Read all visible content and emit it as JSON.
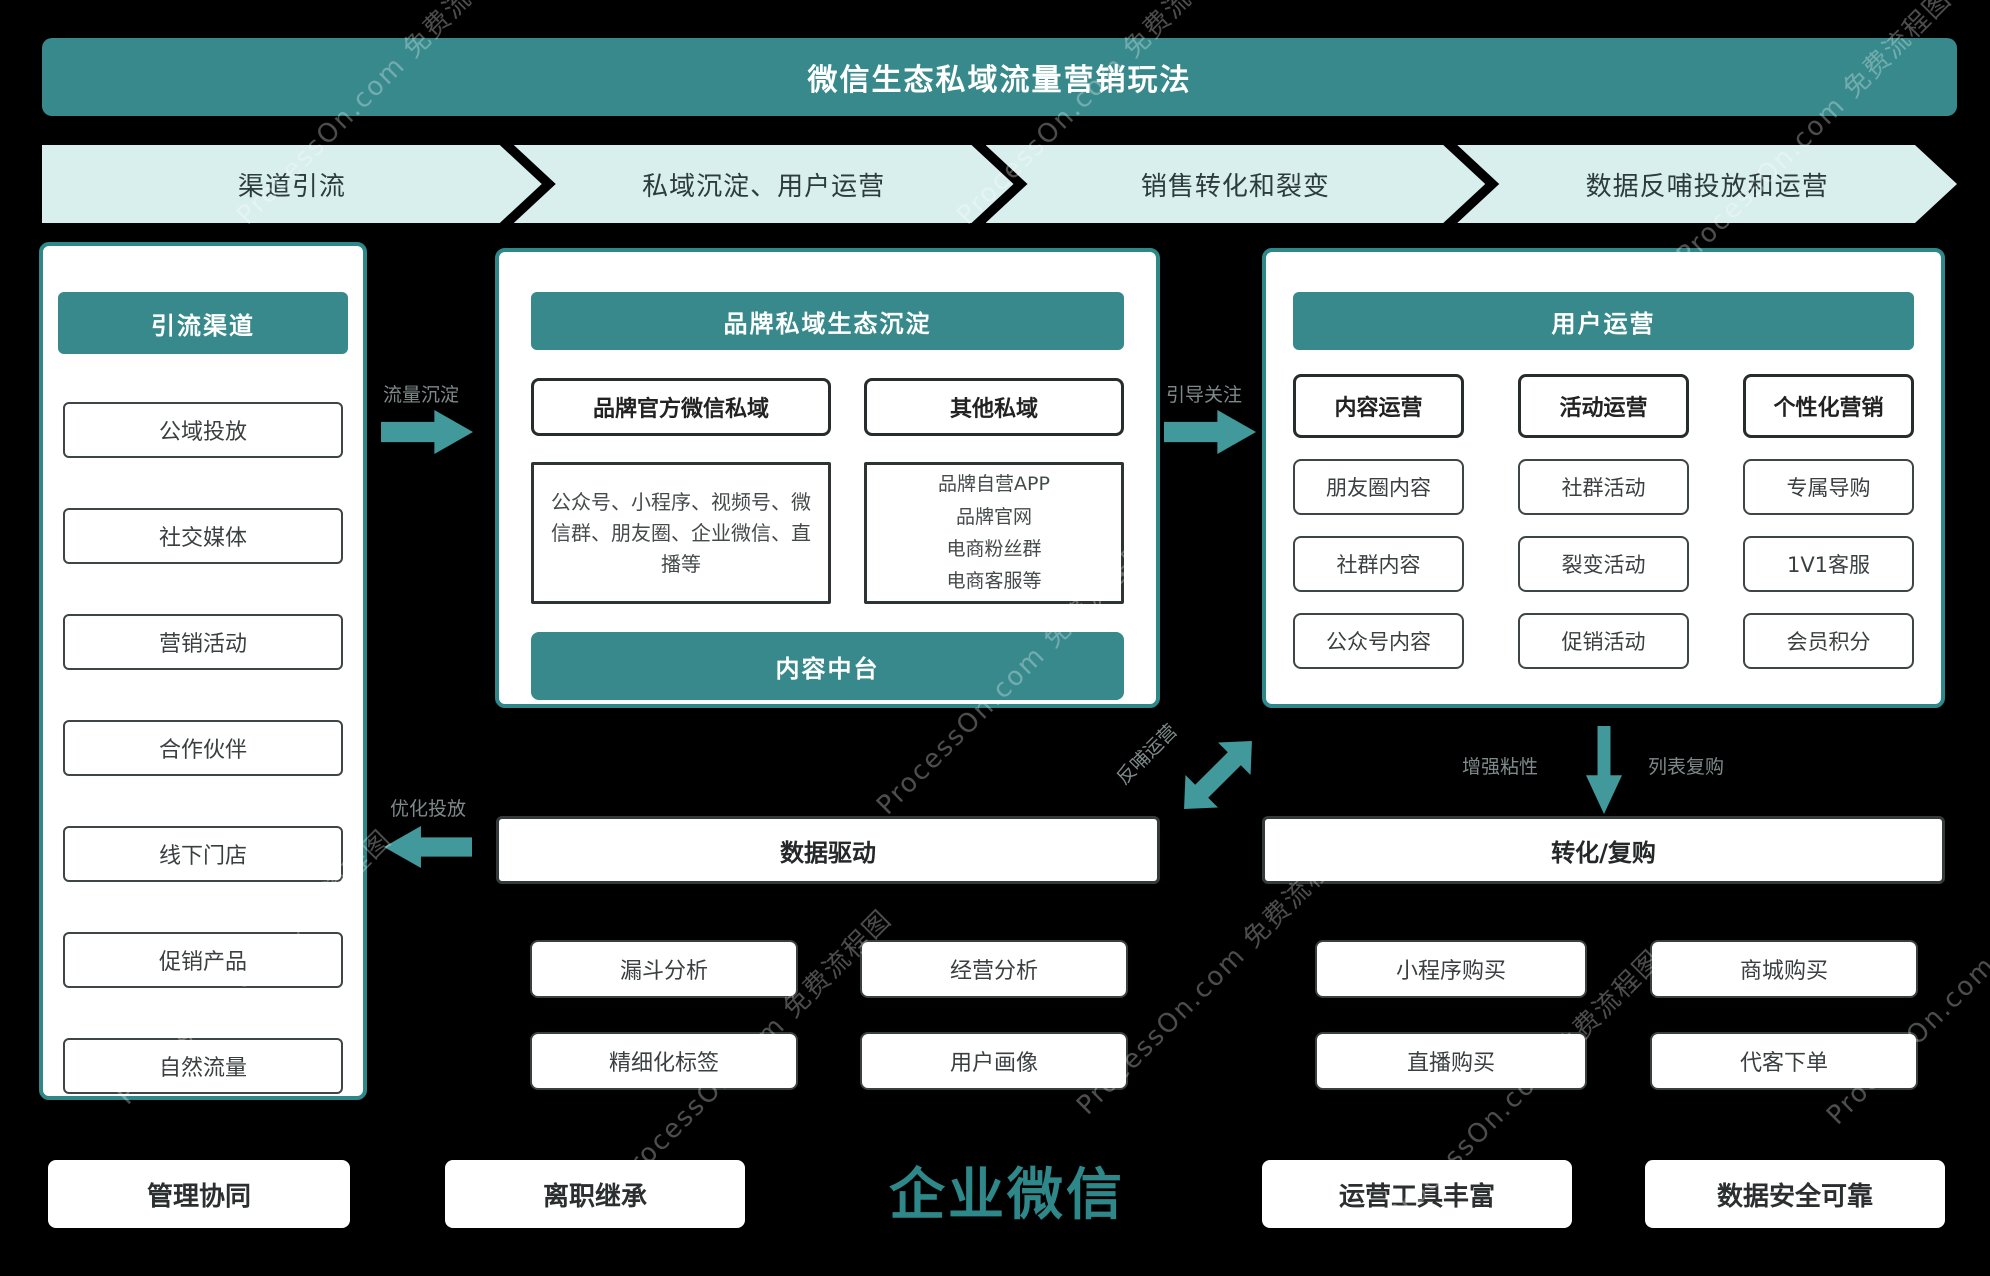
{
  "title": "微信生态私域流量营销玩法",
  "stages": [
    "渠道引流",
    "私域沉淀、用户运营",
    "销售转化和裂变",
    "数据反哺投放和运营"
  ],
  "left_panel": {
    "header": "引流渠道",
    "items": [
      "公域投放",
      "社交媒体",
      "营销活动",
      "合作伙伴",
      "线下门店",
      "促销产品",
      "自然流量"
    ]
  },
  "middle_panel": {
    "header": "品牌私域生态沉淀",
    "col1_title": "品牌官方微信私域",
    "col1_content": "公众号、小程序、视频号、微信群、朋友圈、企业微信、直播等",
    "col2_title": "其他私域",
    "col2_lines": [
      "品牌自营APP",
      "品牌官网",
      "电商粉丝群",
      "电商客服等"
    ],
    "footer": "内容中台"
  },
  "right_panel": {
    "header": "用户运营",
    "columns": [
      {
        "title": "内容运营",
        "items": [
          "朋友圈内容",
          "社群内容",
          "公众号内容"
        ]
      },
      {
        "title": "活动运营",
        "items": [
          "社群活动",
          "裂变活动",
          "促销活动"
        ]
      },
      {
        "title": "个性化营销",
        "items": [
          "专属导购",
          "1V1客服",
          "会员积分"
        ]
      }
    ]
  },
  "arrows": {
    "flow_settle": "流量沉淀",
    "guide_follow": "引导关注",
    "feedback_ops": "反哺运营",
    "enhance_sticky": "增强粘性",
    "list_repurchase": "列表复购",
    "optimize_ads": "优化投放"
  },
  "data_driven": {
    "title": "数据驱动",
    "items": [
      "漏斗分析",
      "经营分析",
      "精细化标签",
      "用户画像"
    ]
  },
  "conversion": {
    "title": "转化/复购",
    "items": [
      "小程序购买",
      "商城购买",
      "直播购买",
      "代客下单"
    ]
  },
  "bottom_row": {
    "box1": "管理协同",
    "box2": "离职继承",
    "brand": "企业微信",
    "box3": "运营工具丰富",
    "box4": "数据安全可靠"
  },
  "watermark": "ProcessOn.com 免费流程图",
  "colors": {
    "teal": "#37898b",
    "light_teal": "#d9efed",
    "panel_border": "#2e8789",
    "arrow": "#41999b",
    "background": "#000000"
  }
}
